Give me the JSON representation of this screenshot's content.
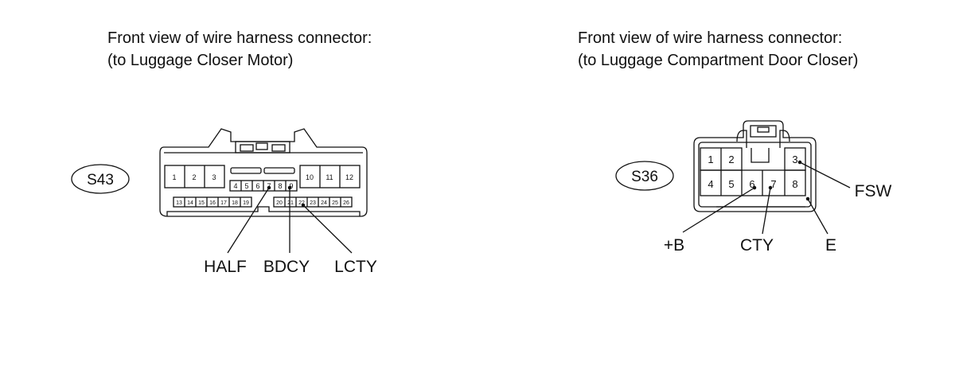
{
  "left": {
    "caption_line1": "Front view of wire harness connector:",
    "caption_line2": "(to Luggage Closer Motor)",
    "connector_id": "S43",
    "pins_top_left": [
      "1",
      "2",
      "3"
    ],
    "pins_top_right": [
      "10",
      "11",
      "12"
    ],
    "pins_middle": [
      "4",
      "5",
      "6",
      "7",
      "8",
      "9"
    ],
    "pins_bottom_left": [
      "13",
      "14",
      "15",
      "16",
      "17",
      "18",
      "19"
    ],
    "pins_bottom_right": [
      "20",
      "21",
      "22",
      "23",
      "24",
      "25",
      "26"
    ],
    "labels": [
      "HALF",
      "BDCY",
      "LCTY"
    ]
  },
  "right": {
    "caption_line1": "Front view of wire harness connector:",
    "caption_line2": "(to Luggage Compartment Door Closer)",
    "connector_id": "S36",
    "pins_top": [
      "1",
      "2",
      "3"
    ],
    "pins_bottom": [
      "4",
      "5",
      "6",
      "7",
      "8"
    ],
    "labels": [
      "FSW",
      "+B",
      "CTY",
      "E"
    ]
  }
}
